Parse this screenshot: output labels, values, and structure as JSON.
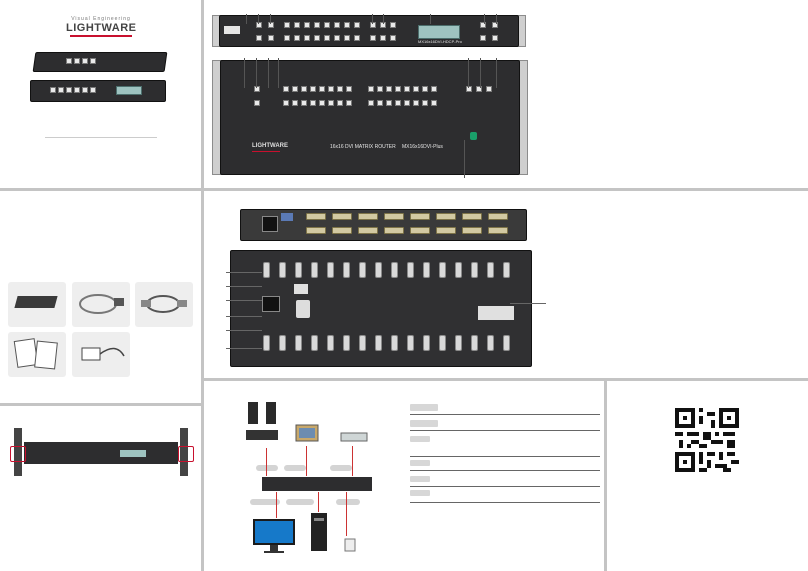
{
  "brand": {
    "tagline": "Visual Engineering",
    "name": "LIGHTWARE",
    "accent_color": "#c8102e"
  },
  "front_panel": {
    "model_small": "MX16x16DVI-HDCP-Pro",
    "title_large": "16x16 DVI MATRIX ROUTER",
    "model_large": "MX16x16DVI-Plus"
  },
  "icons": {
    "box_contents": [
      "rack-unit-icon",
      "cable-icon",
      "dvi-cable-icon",
      "manual-icon",
      "power-adapter-icon"
    ],
    "devices": [
      "speaker-icon",
      "monitor-icon",
      "switch-icon",
      "display-icon",
      "pc-icon",
      "usb-icon"
    ]
  },
  "qr_code": "qr-code-icon"
}
